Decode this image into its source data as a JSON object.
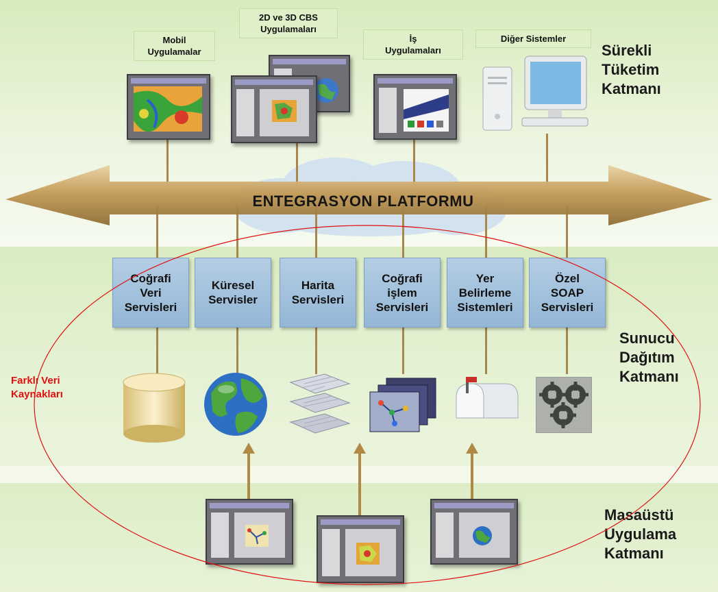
{
  "consumption_apps": [
    {
      "label": "Mobil\nUygulamalar"
    },
    {
      "label": "2D ve 3D CBS\nUygulamaları"
    },
    {
      "label": "İş\nUygulamaları"
    },
    {
      "label": "Diğer Sistemler"
    }
  ],
  "layers": {
    "top": "Sürekli\nTüketim\nKatmanı",
    "middle": "Sunucu\nDağıtım\nKatmanı",
    "bottom": "Masaüstü\nUygulama\nKatmanı"
  },
  "platform": {
    "label": "ENTEGRASYON PLATFORMU"
  },
  "services": [
    {
      "label": "Coğrafi\nVeri\nServisleri",
      "icon": "database-icon"
    },
    {
      "label": "Küresel\nServisler",
      "icon": "globe-icon"
    },
    {
      "label": "Harita\nServisleri",
      "icon": "map-layers-icon"
    },
    {
      "label": "Coğrafi\nişlem\nServisleri",
      "icon": "geoprocessing-icon"
    },
    {
      "label": "Yer\nBelirleme\nSistemleri",
      "icon": "mailbox-icon"
    },
    {
      "label": "Özel\nSOAP\nServisleri",
      "icon": "gears-icon"
    }
  ],
  "data_sources_label": "Farklı Veri\nKaynakları",
  "colors": {
    "arrow": "#b08a45",
    "service_box": "#a5c3de",
    "ellipse": "#e01010",
    "band": "#dcedc6"
  }
}
